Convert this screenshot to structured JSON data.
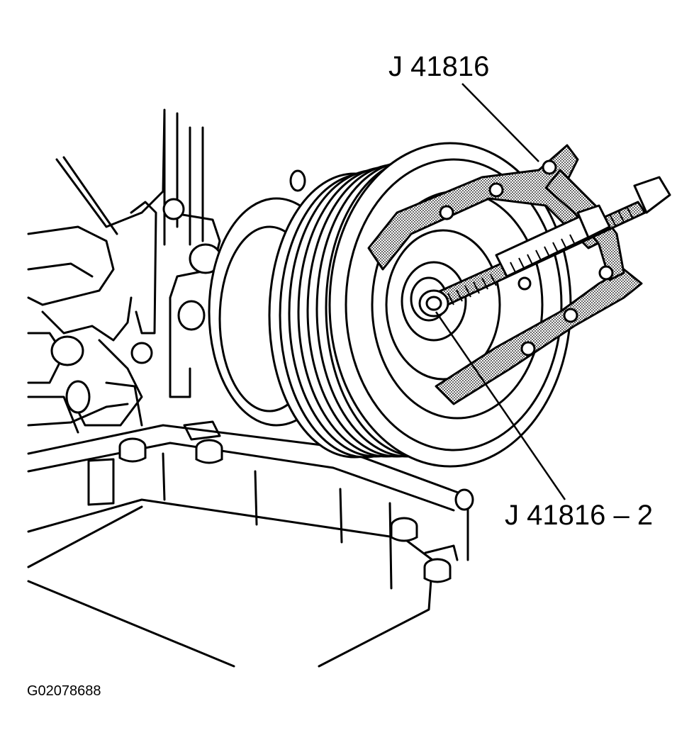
{
  "callouts": {
    "tool": "J 41816",
    "adapter": "J 41816 – 2"
  },
  "figure_id": "G02078688",
  "colors": {
    "ink": "#000000",
    "paper": "#ffffff",
    "tool_shading": "#9a9a9a"
  }
}
